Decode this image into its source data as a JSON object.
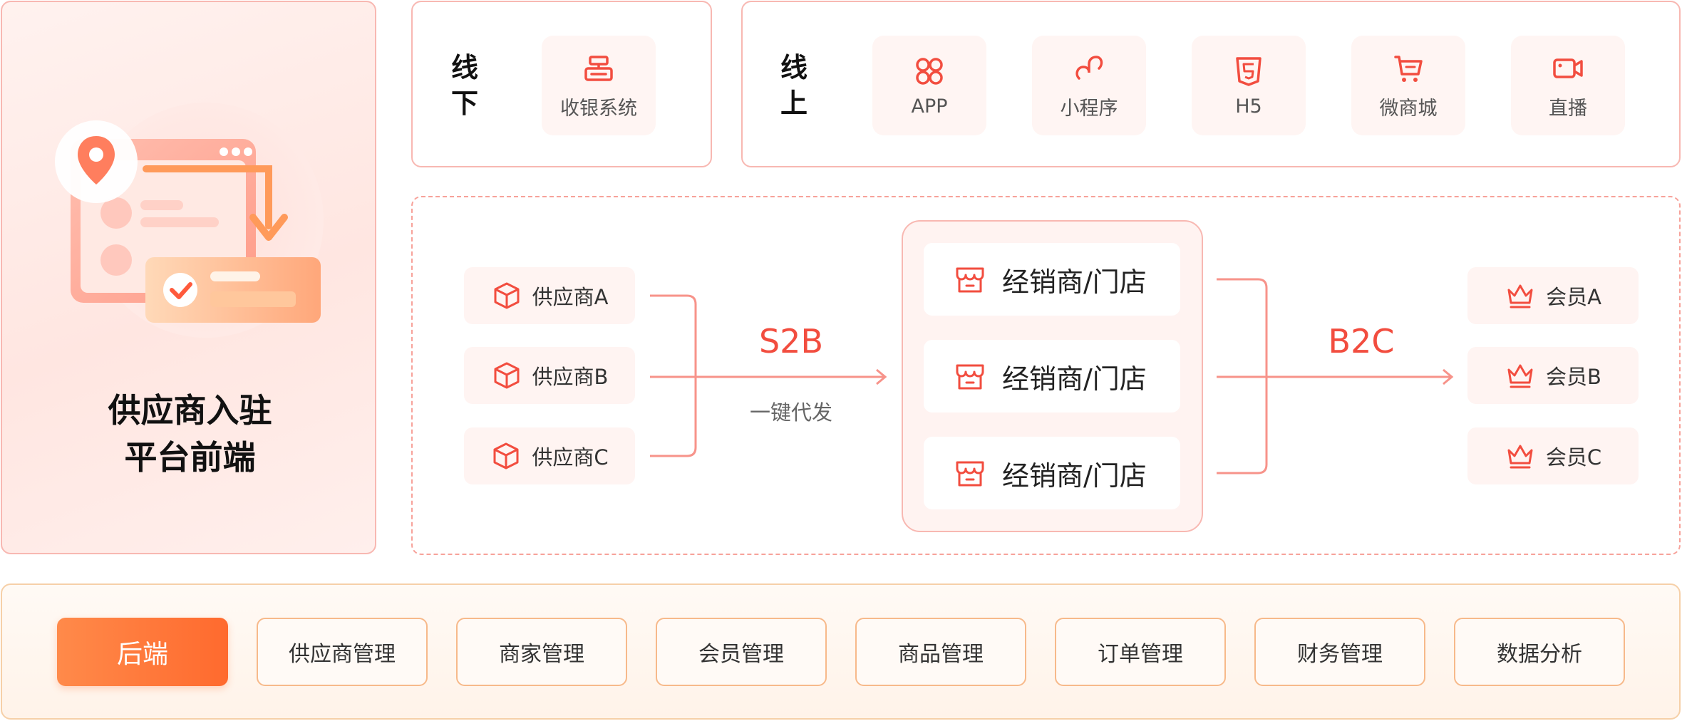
{
  "hero": {
    "title_line1": "供应商入驻",
    "title_line2": "平台前端"
  },
  "offline": {
    "label_line1": "线",
    "label_line2": "下",
    "items": [
      {
        "label": "收银系统",
        "icon": "cashier-icon"
      }
    ]
  },
  "online": {
    "label_line1": "线",
    "label_line2": "上",
    "items": [
      {
        "label": "APP",
        "icon": "app-icon"
      },
      {
        "label": "小程序",
        "icon": "mini-program-icon"
      },
      {
        "label": "H5",
        "icon": "html5-icon"
      },
      {
        "label": "微商城",
        "icon": "cart-icon"
      },
      {
        "label": "直播",
        "icon": "video-camera-icon"
      }
    ]
  },
  "flow": {
    "suppliers": [
      {
        "label": "供应商A"
      },
      {
        "label": "供应商B"
      },
      {
        "label": "供应商C"
      }
    ],
    "s2b_label": "S2B",
    "s2b_sub": "一键代发",
    "dealers": [
      {
        "label": "经销商/门店"
      },
      {
        "label": "经销商/门店"
      },
      {
        "label": "经销商/门店"
      }
    ],
    "b2c_label": "B2C",
    "members": [
      {
        "label": "会员A"
      },
      {
        "label": "会员B"
      },
      {
        "label": "会员C"
      }
    ]
  },
  "backend": {
    "tag": "后端",
    "modules": [
      "供应商管理",
      "商家管理",
      "会员管理",
      "商品管理",
      "订单管理",
      "财务管理",
      "数据分析"
    ]
  },
  "colors": {
    "accent": "#f24d3f",
    "border": "#f8b8b2",
    "orange": "#ff6a2e"
  }
}
